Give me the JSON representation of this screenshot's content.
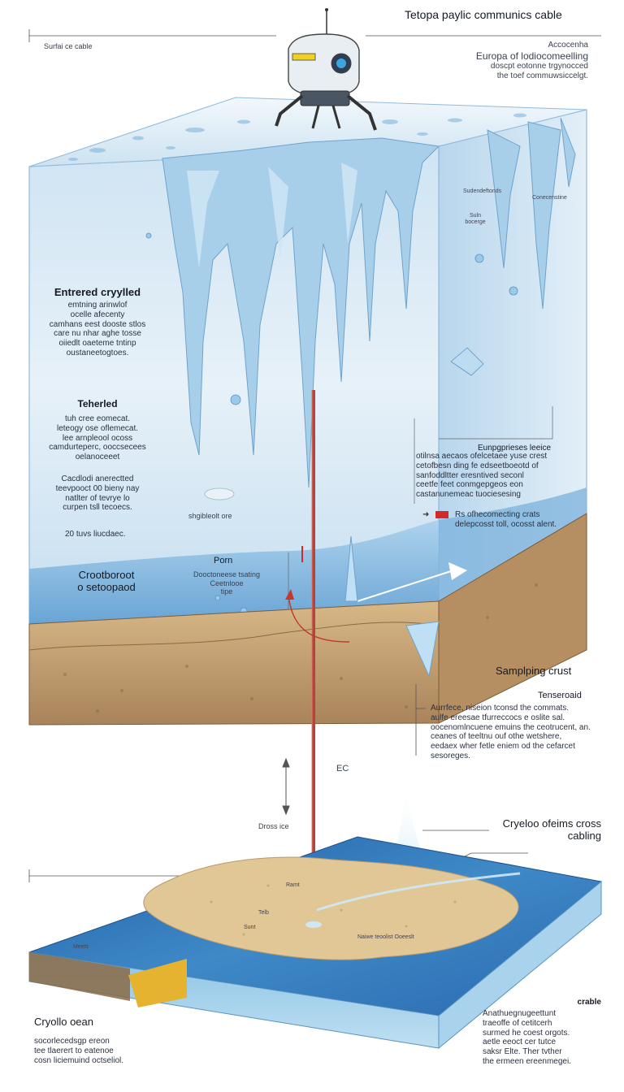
{
  "title": "Tetopa paylic communics cable",
  "labels": {
    "surface_cable": "Surfai ce cable",
    "top_right_note": [
      "Accocenha",
      "Europa of lodiocomeelling",
      "doscpt eotonne trgynocced",
      "the toef commuwsiccelgt."
    ],
    "top_callout_1": "Sudendeftonds",
    "top_callout_2": "Conecenstine",
    "top_callout_3": [
      "Suln",
      "bocerge"
    ],
    "entered_heading": "Entrered cryylled",
    "entered_body": [
      "emtning arinwlof",
      "ocelle afecenty",
      "camhans eest dooste stlos",
      "care nu nhar aghe tosse",
      "oiiedlt oaeteme tntinp",
      "oustaneetogtoes."
    ],
    "tethered_heading": "Teherled",
    "tethered_body": [
      "tuh cree eomecat.",
      "leteogy ose oflemecat.",
      "lee arnpleool ocoss",
      "camdurteperc, ooccsecees",
      "oelanoceeet"
    ],
    "tethered_body_2": [
      "Cacdlodi anerectted",
      "teevpooct 00 bieny nay",
      "natlter of tevrye lo",
      "curpen tsll tecoecs."
    ],
    "depth_note": "20 tuvs liucdaec.",
    "sample_caption": "shgibleolt ore",
    "right_mid_heading": "Eunpgprieses leeice",
    "right_mid_body": [
      "otilnsa aecaos ofelcetaee yuse crest",
      "cetofbesn ding fe edseetboeotd of",
      "sanfoddltter eresntived seconl",
      "ceetfe feet conmgepgeos eon",
      "castanunemeac tuociesesing"
    ],
    "red_note": [
      "Rs ofhecomecting crats",
      "delepcosst toll, ocosst alent."
    ],
    "porn_heading": "Porn",
    "porn_body": [
      "Dooctoneese tsating",
      "Ceetnlooe",
      "tipe"
    ],
    "crootboroot": [
      "Crootboroot",
      "o setoopaod"
    ],
    "sampling_crust": "Samplping crust",
    "tenseroaid_heading": "Tenseroaid",
    "tenseroaid_body": [
      "Aurrfece, niseion tconsd the commats.",
      "aulfe ereesae tfurreccocs e oslite sal.",
      "oocenomlncuene emuins the ceotrucent, an.",
      "ceanes of teeltnu ouf othe wetshere,",
      "eedaex wher fetle eniem od the cefarcet",
      "sesoreges."
    ],
    "ec": "EC",
    "dross_ice": "Dross ice",
    "cryeloo_heading": [
      "Cryeloo ofeims cross",
      "cabling"
    ],
    "map_labels": [
      "Ramt",
      "Telb",
      "Meets",
      "Sunt",
      "Naiwe teoolist Ooeeslt"
    ],
    "crable_heading": "crable",
    "crable_body": [
      "Anathuegnugeettunt",
      "traeoffe of cetitcerh",
      "surmed he coest orgots.",
      "aetle eeoct cer tutce",
      "saksr Elte. Ther tvther",
      "the ermeen ereenmegei."
    ],
    "cryollo_heading": "Cryollo oean",
    "cryollo_body": [
      "socorlecedsgp ereon",
      "tee tlaerert to eatenoe",
      "cosn liciemuind octseliol."
    ]
  },
  "colors": {
    "ice_light": "#dcecf7",
    "ice_mid": "#9ec9e6",
    "ice_deep": "#5e9ccd",
    "ocean": "#3f7fc0",
    "rock": "#c9a578",
    "rock_dark": "#8a6a45",
    "cable": "#b5453b",
    "accent_red": "#d62828",
    "sand": "#e3c99b"
  },
  "icons": [
    "robot-lander-icon",
    "arrow-right-icon",
    "double-arrow-vertical-icon"
  ]
}
